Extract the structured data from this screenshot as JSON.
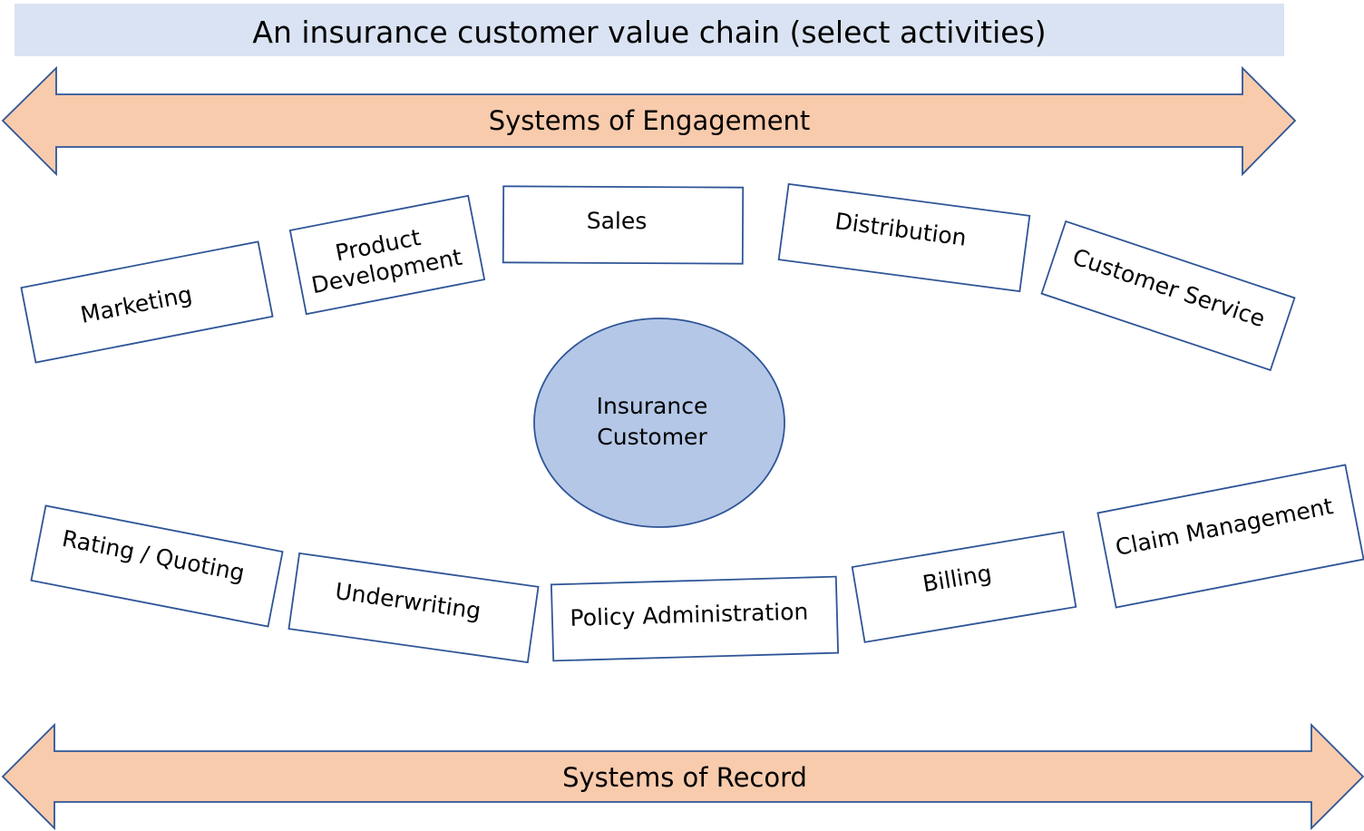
{
  "title": "An insurance customer value chain (select activities)",
  "bands": {
    "engagement": "Systems of Engagement",
    "record": "Systems of Record"
  },
  "hub": {
    "line1": "Insurance",
    "line2": "Customer"
  },
  "engagement_activities": [
    {
      "lines": [
        "Marketing"
      ]
    },
    {
      "lines": [
        "Product",
        "Development"
      ]
    },
    {
      "lines": [
        "Sales"
      ]
    },
    {
      "lines": [
        "Distribution"
      ]
    },
    {
      "lines": [
        "Customer Service"
      ]
    }
  ],
  "record_activities": [
    {
      "lines": [
        "Rating / Quoting"
      ]
    },
    {
      "lines": [
        "Underwriting"
      ]
    },
    {
      "lines": [
        "Policy Administration"
      ]
    },
    {
      "lines": [
        "Billing"
      ]
    },
    {
      "lines": [
        "Claim Management"
      ]
    }
  ],
  "colors": {
    "title_band": "#dae3f3",
    "arrow_fill": "#f8cbad",
    "outline": "#2f5597",
    "hub_fill": "#b4c7e7"
  }
}
